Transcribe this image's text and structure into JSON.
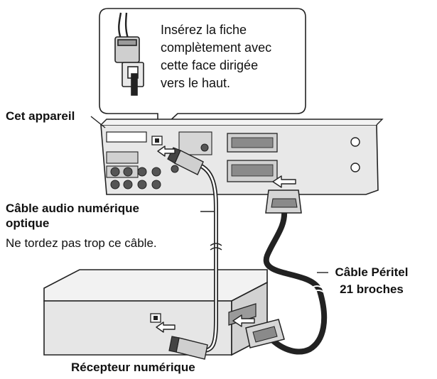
{
  "callout": {
    "lines": [
      "Insérez la fiche",
      "complètement avec",
      "cette face dirigée",
      "vers le haut."
    ]
  },
  "labels": {
    "unit": "Cet appareil",
    "optical_cable_line1": "Câble audio numérique",
    "optical_cable_line2": "optique",
    "optical_cable_note": "Ne tordez pas trop ce câble.",
    "scart_cable_line1": "Câble Péritel",
    "scart_cable_line2": "21 broches",
    "receiver": "Récepteur numérique"
  },
  "colors": {
    "line": "#222222",
    "panel_fill": "#e6e6e6",
    "dark_fill": "#4a4a4a",
    "arrow_fill": "#ffffff"
  },
  "icons": [
    "optical-plug-icon",
    "scart-plug-icon",
    "arrow-icon"
  ]
}
